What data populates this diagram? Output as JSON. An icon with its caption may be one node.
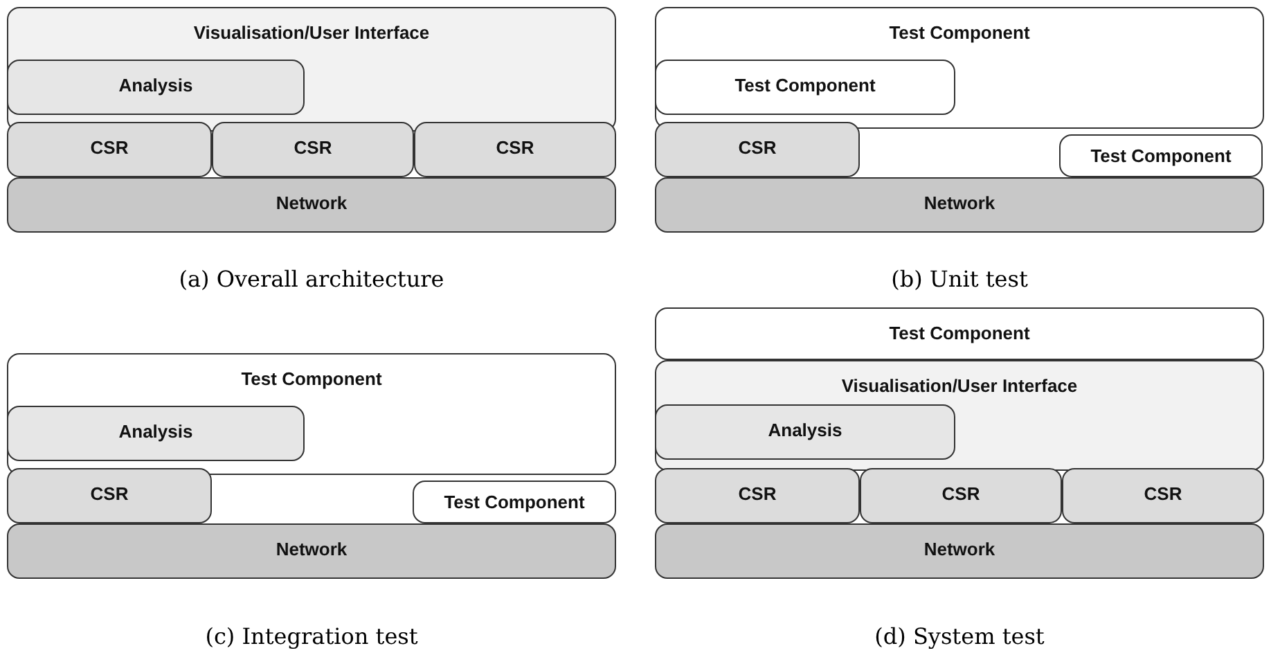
{
  "diagram": {
    "nodes": [
      {
        "text": [
          "Visualisation/User Interface"
        ]
      },
      {
        "text": [
          "Analysis"
        ],
        "in": 0
      },
      {
        "text": [
          "CSR"
        ]
      },
      {
        "text": [
          "CSR"
        ]
      },
      {
        "text": [
          "CSR"
        ]
      },
      {
        "text": [
          "Network"
        ]
      },
      {
        "text": [
          "Test Component"
        ]
      },
      {
        "text": [
          "Test Component"
        ],
        "in": 6
      },
      {
        "text": [
          "CSR"
        ]
      },
      {
        "text": [
          "Test Component"
        ]
      },
      {
        "text": [
          "Network"
        ]
      },
      {
        "text": [
          "Test Component"
        ]
      },
      {
        "text": [
          "Analysis"
        ],
        "in": 11
      },
      {
        "text": [
          "CSR"
        ]
      },
      {
        "text": [
          "Test Component"
        ]
      },
      {
        "text": [
          "Network"
        ]
      },
      {
        "text": [
          "Test Component"
        ]
      },
      {
        "text": [
          "Visualisation/User Interface"
        ]
      },
      {
        "text": [
          "Analysis"
        ],
        "in": 17
      },
      {
        "text": [
          "CSR"
        ]
      },
      {
        "text": [
          "CSR"
        ]
      },
      {
        "text": [
          "CSR"
        ]
      },
      {
        "text": [
          "Network"
        ]
      }
    ],
    "edges": [],
    "labels": [
      "(a) Overall architecture",
      "(b) Unit test",
      "(c) Integration test",
      "(d) System test"
    ]
  }
}
